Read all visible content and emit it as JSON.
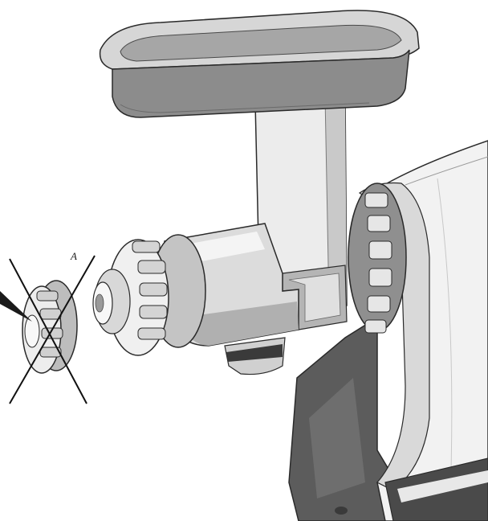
{
  "illustration": {
    "subject": "meat-grinder-attachment-assembly",
    "callout_letter": "A",
    "colors": {
      "outline": "#2a2a2a",
      "tray": "#8c8c8c",
      "tray_rim": "#d6d6d6",
      "body_light": "#f2f2f2",
      "body_mid": "#d9d9d9",
      "body_dark": "#9a9a9a",
      "motor_dark": "#5c5c5c",
      "cutaway": "#b5b5b5",
      "cross_mark": "#111111"
    },
    "parts": [
      {
        "id": "feed-tray",
        "icon": "tray-icon"
      },
      {
        "id": "feed-tube",
        "icon": "tube-icon"
      },
      {
        "id": "grinder-housing",
        "icon": "housing-icon"
      },
      {
        "id": "locking-ring",
        "icon": "ring-icon"
      },
      {
        "id": "motor-base",
        "icon": "motor-icon"
      },
      {
        "id": "incorrect-ring",
        "icon": "crossed-out-icon",
        "crossed_out": true
      }
    ]
  }
}
